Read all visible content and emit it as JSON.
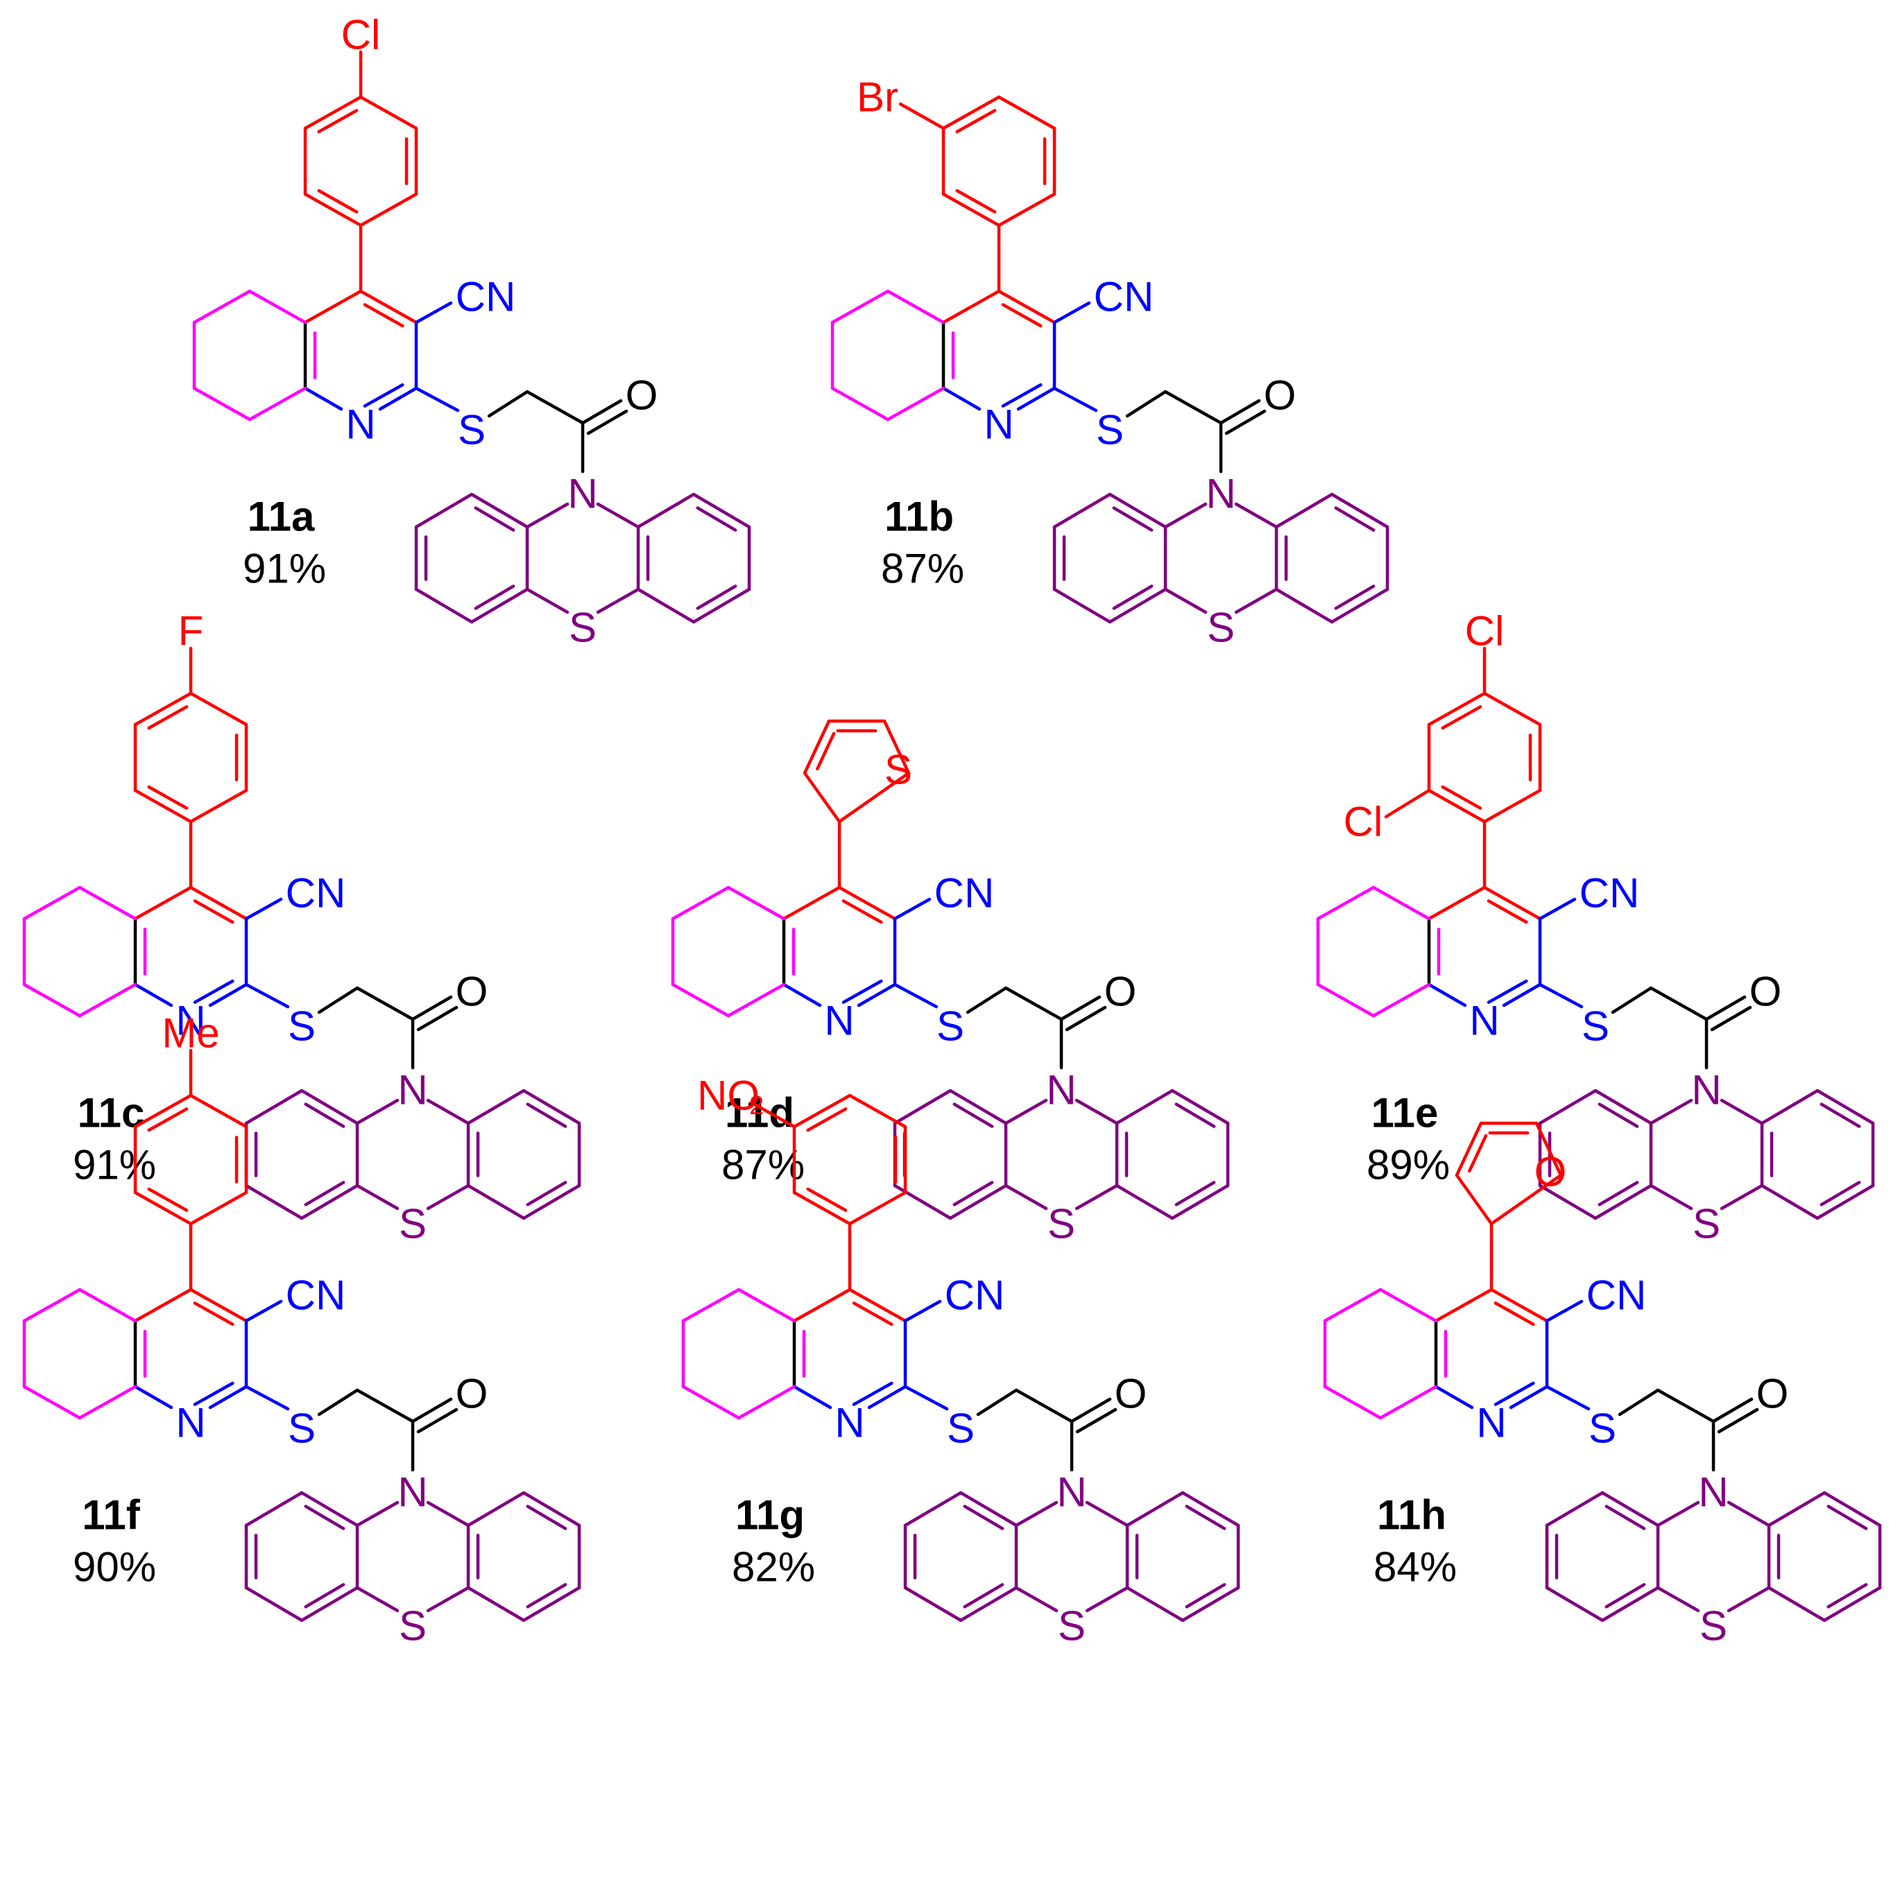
{
  "colors": {
    "aryl": "#ff0000",
    "cyclohexane": "#ff00ff",
    "pyridine_n_side": "#0000ff",
    "linker": "#000000",
    "phenothiazine": "#800080"
  },
  "common_labels": {
    "nitrile": "CN",
    "ring_n": "N",
    "thioether_s": "S",
    "carbonyl_o": "O",
    "phenothiazine_n": "N",
    "phenothiazine_s": "S"
  },
  "compounds": [
    {
      "id": "11a",
      "yield": "91%",
      "aryl": "phenyl",
      "substituent_label": "Cl",
      "sub2_label": ""
    },
    {
      "id": "11b",
      "yield": "87%",
      "aryl": "phenyl-meta",
      "substituent_label": "Br",
      "sub2_label": ""
    },
    {
      "id": "11c",
      "yield": "91%",
      "aryl": "phenyl",
      "substituent_label": "F",
      "sub2_label": ""
    },
    {
      "id": "11d",
      "yield": "87%",
      "aryl": "thiophene",
      "substituent_label": "S",
      "sub2_label": ""
    },
    {
      "id": "11e",
      "yield": "89%",
      "aryl": "dichlorophenyl",
      "substituent_label": "Cl",
      "sub2_label": "Cl"
    },
    {
      "id": "11f",
      "yield": "90%",
      "aryl": "phenyl",
      "substituent_label": "Me",
      "sub2_label": ""
    },
    {
      "id": "11g",
      "yield": "82%",
      "aryl": "phenyl-meta",
      "substituent_label": "NO",
      "sub2_label": "2"
    },
    {
      "id": "11h",
      "yield": "84%",
      "aryl": "furan",
      "substituent_label": "O",
      "sub2_label": ""
    }
  ]
}
